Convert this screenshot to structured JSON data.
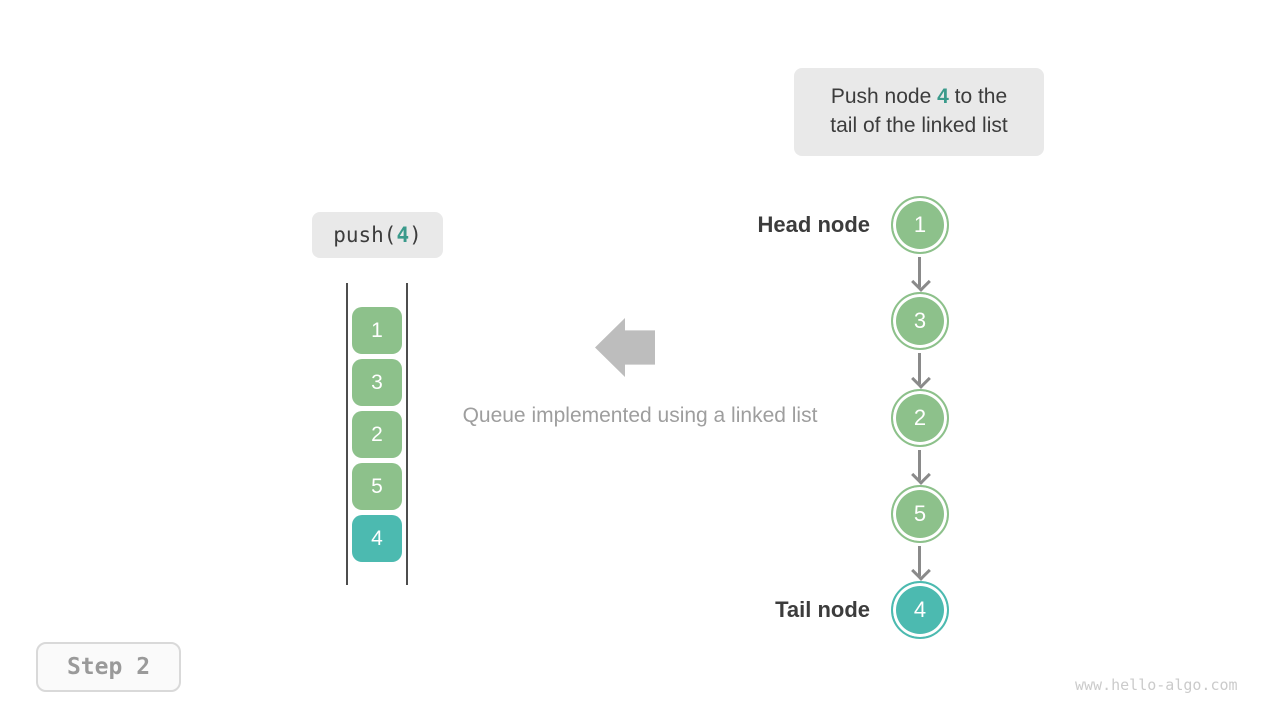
{
  "colors": {
    "node-green": "#8DC18B",
    "node-teal": "#4CBAB0",
    "accent-teal": "#3A9A8B",
    "box-bg": "#E9E9E9",
    "text-dark": "#3C3C3C",
    "text-gray": "#9E9E9E",
    "text-light": "#CBCBCB",
    "arrow-gray": "#8A8A8A",
    "big-arrow": "#BDBDBD",
    "rail-dark": "#4D4D4D",
    "step-border": "#D9D9D9",
    "step-bg": "#FAFAFA",
    "step-text": "#9A9A9A"
  },
  "callout": {
    "line1_prefix": "Push node ",
    "line1_highlight": "4",
    "line1_suffix": " to the",
    "line2": "tail of the linked list"
  },
  "push_call": {
    "prefix": "push(",
    "arg": "4",
    "suffix": ")"
  },
  "queue_stack": {
    "items": [
      {
        "value": "1",
        "color": "green"
      },
      {
        "value": "3",
        "color": "green"
      },
      {
        "value": "2",
        "color": "green"
      },
      {
        "value": "5",
        "color": "green"
      },
      {
        "value": "4",
        "color": "teal"
      }
    ]
  },
  "caption": "Queue implemented using a linked list",
  "linked_list": {
    "head_label": "Head node",
    "tail_label": "Tail node",
    "nodes": [
      {
        "value": "1",
        "color": "green"
      },
      {
        "value": "3",
        "color": "green"
      },
      {
        "value": "2",
        "color": "green"
      },
      {
        "value": "5",
        "color": "green"
      },
      {
        "value": "4",
        "color": "teal"
      }
    ]
  },
  "step_badge": "Step 2",
  "watermark": "www.hello-algo.com"
}
